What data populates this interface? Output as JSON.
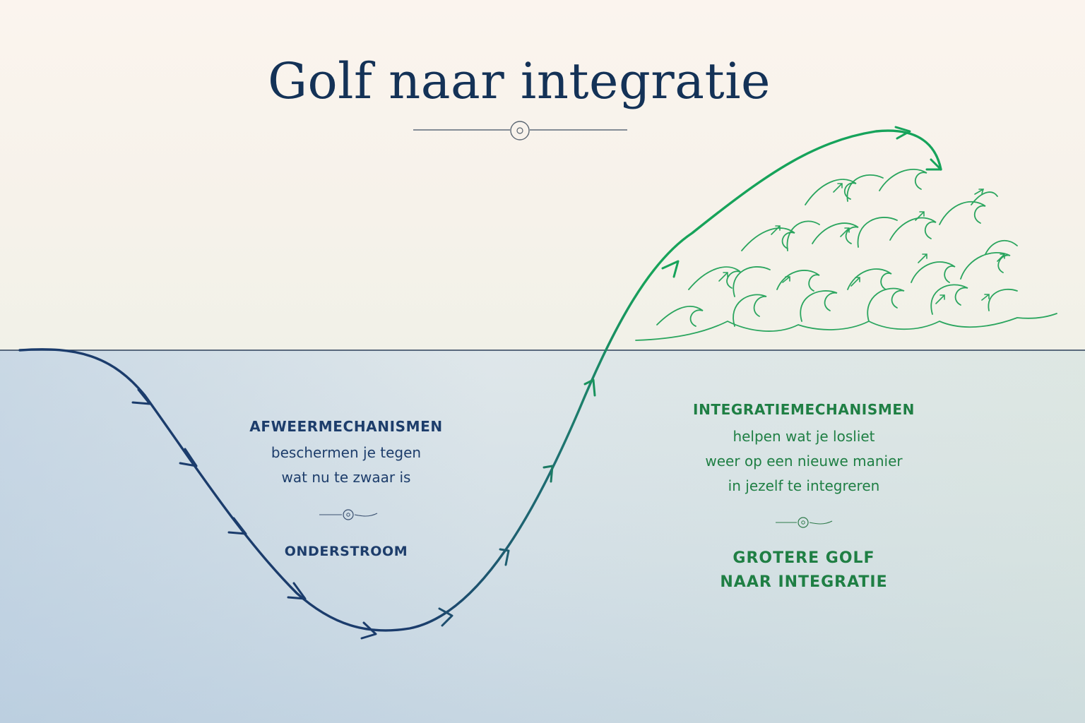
{
  "title": "Golf naar integratie",
  "left": {
    "heading": "AFWEERMECHANISMEN",
    "line1": "beschermen je tegen",
    "line2": "wat nu te zwaar is",
    "label": "ONDERSTROOM"
  },
  "right": {
    "heading": "INTEGRATIEMECHANISMEN",
    "line1": "helpen wat je losliet",
    "line2": "weer op een nieuwe manier",
    "line3": "in jezelf te integreren",
    "label_line1": "GROTERE GOLF",
    "label_line2": "NAAR INTEGRATIE"
  },
  "colors": {
    "navy": "#143257",
    "blue_path": "#1d3d6b",
    "green_path": "#17a35a",
    "green_text": "#1f7f44"
  }
}
